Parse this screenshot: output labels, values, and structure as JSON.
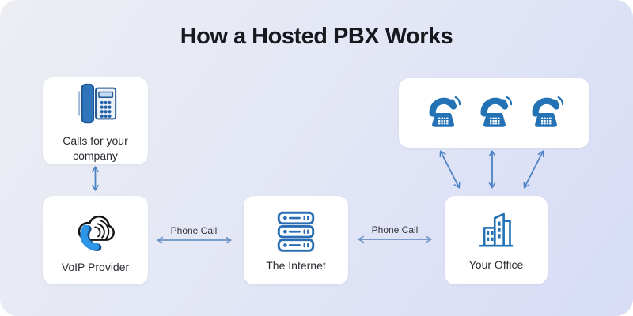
{
  "title": "How a Hosted PBX Works",
  "nodes": {
    "calls": {
      "label": "Calls for your company",
      "icon": "desk-phone-icon"
    },
    "voip": {
      "label": "VoIP Provider",
      "icon": "voip-cloud-phone-icon"
    },
    "internet": {
      "label": "The Internet",
      "icon": "server-stack-icon"
    },
    "office": {
      "label": "Your Office",
      "icon": "office-building-icon"
    },
    "incoming_phones": {
      "icon": "ringing-phone-icon",
      "count": "3"
    }
  },
  "edges": {
    "calls_voip": {
      "type": "vertical-double-arrow"
    },
    "voip_internet": {
      "label": "Phone Call"
    },
    "internet_office": {
      "label": "Phone Call"
    },
    "office_phones": {
      "type": "fan-double-arrows",
      "count": "3"
    }
  },
  "colors": {
    "background_start": "#eceef3",
    "background_end": "#d7dcf7",
    "card": "#ffffff",
    "icon_blue": "#2272b5",
    "icon_bright_blue": "#2d95e8",
    "arrow_steel": "#6b91c3",
    "arrow_blue": "#4c82c6",
    "title_text": "#17191e",
    "label_text": "#2b2d33"
  }
}
